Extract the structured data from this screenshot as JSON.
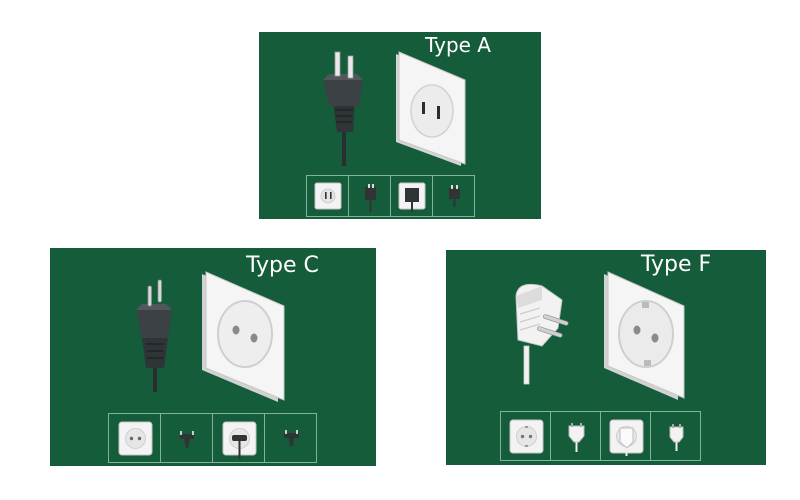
{
  "panels": [
    {
      "title": "Type A"
    },
    {
      "title": "Type C"
    },
    {
      "title": "Type F"
    }
  ],
  "colors": {
    "panel_background": "#145c3a",
    "title_text": "#ffffff",
    "thumbnail_border": "#7fb49a",
    "plug_dark": "#2f3437",
    "socket_white": "#f3f3f3"
  },
  "icons": {
    "type_a": [
      "type-a-plug-icon",
      "type-a-socket-icon",
      "socket-thumbnail-icon",
      "plug-thumbnail-icon"
    ],
    "type_c": [
      "type-c-plug-icon",
      "type-c-socket-icon",
      "socket-thumbnail-icon",
      "plug-thumbnail-icon"
    ],
    "type_f": [
      "type-f-plug-icon",
      "type-f-socket-icon",
      "socket-thumbnail-icon",
      "plug-thumbnail-icon"
    ]
  }
}
